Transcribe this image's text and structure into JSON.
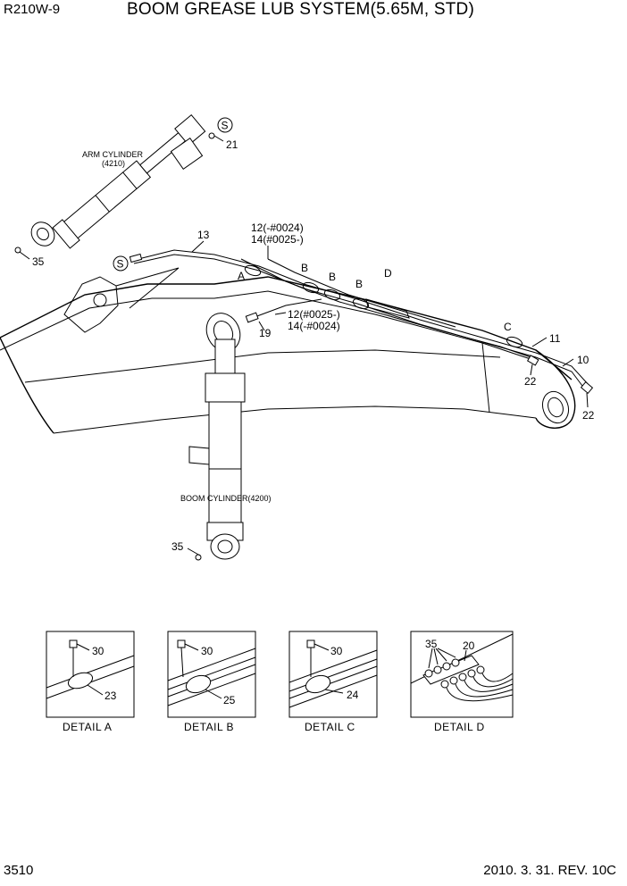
{
  "header": {
    "model": "R210W-9",
    "title": "BOOM GREASE LUB SYSTEM(5.65M, STD)"
  },
  "footer": {
    "page": "3510",
    "revision": "2010. 3. 31. REV. 10C"
  },
  "labels": {
    "arm_cylinder": "ARM CYLINDER",
    "arm_cylinder_code": "(4210)",
    "boom_cylinder": "BOOM CYLINDER(4200)",
    "s_mark": "S",
    "part_21": "21",
    "part_35": "35",
    "part_13": "13",
    "part_12_14_line1": "12(-#0024)",
    "part_12_14_line2": "14(#0025-)",
    "det_a": "A",
    "det_b": "B",
    "det_c": "C",
    "det_d": "D",
    "part_12_14b_line1": "12(#0025-)",
    "part_12_14b_line2": "14(-#0024)",
    "part_19": "19",
    "part_11": "11",
    "part_10": "10",
    "part_22": "22",
    "part_30": "30",
    "part_23": "23",
    "part_25": "25",
    "part_24": "24",
    "part_20": "20"
  },
  "details": [
    {
      "title": "DETAIL  A"
    },
    {
      "title": "DETAIL  B"
    },
    {
      "title": "DETAIL  C"
    },
    {
      "title": "DETAIL  D"
    }
  ]
}
